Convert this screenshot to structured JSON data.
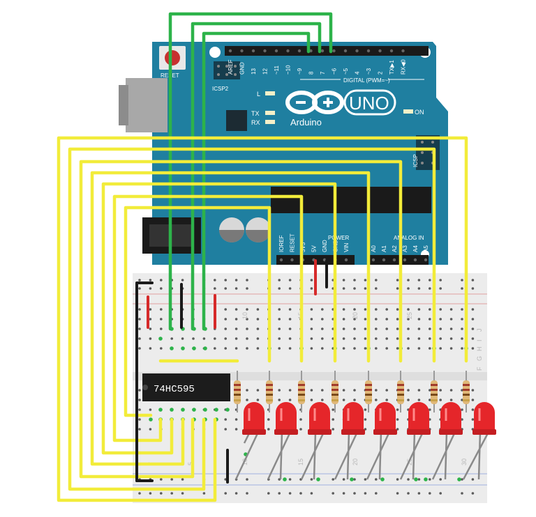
{
  "arduino": {
    "reset_label": "RESET",
    "icsp2_label": "ICSP2",
    "icsp_label": "ICSP",
    "led_l_label": "L",
    "tx_label": "TX",
    "rx_label": "RX",
    "on_label": "ON",
    "model_label": "UNO",
    "brand_label": "Arduino",
    "digital_label": "DIGITAL (PWM=~)",
    "power_label": "POWER",
    "analog_label": "ANALOG IN",
    "digital_pins": [
      "AREF",
      "GND",
      "13",
      "12",
      "~11",
      "~10",
      "~9",
      "8",
      "7",
      "~6",
      "~5",
      "4",
      "~3",
      "2",
      "TX▶1",
      "RX◀0"
    ],
    "power_pins": [
      "IOREF",
      "RESET",
      "3V3",
      "5V",
      "GND",
      "GND",
      "VIN"
    ],
    "analog_pins": [
      "A0",
      "A1",
      "A2",
      "A3",
      "A4",
      "A5"
    ]
  },
  "breadboard": {
    "top_numbers": [
      "10",
      "15",
      "20",
      "25"
    ],
    "bottom_numbers": [
      "1",
      "5",
      "10",
      "15",
      "20",
      "25",
      "30"
    ],
    "row_letters": [
      "J",
      "I",
      "H",
      "G",
      "F"
    ]
  },
  "chip": {
    "label": "74HC595"
  },
  "colors": {
    "board": "#1f7fa0",
    "board_dark": "#17617a",
    "wire_yellow": "#f2ec3a",
    "wire_green": "#2db34a",
    "wire_red": "#d62a2a",
    "wire_black": "#1a1a1a",
    "led_red": "#e5262a",
    "breadboard": "#ececec"
  }
}
